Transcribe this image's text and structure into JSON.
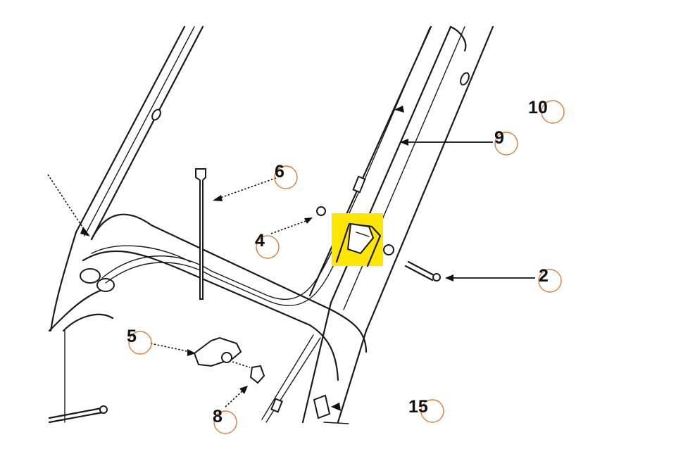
{
  "diagram": {
    "highlight_color": "#ffe600",
    "ring_color": "#e07a30",
    "callouts": [
      {
        "id": "callout-2",
        "label": "2"
      },
      {
        "id": "callout-4",
        "label": "4"
      },
      {
        "id": "callout-5",
        "label": "5"
      },
      {
        "id": "callout-6",
        "label": "6"
      },
      {
        "id": "callout-8",
        "label": "8"
      },
      {
        "id": "callout-9",
        "label": "9"
      },
      {
        "id": "callout-10",
        "label": "10"
      },
      {
        "id": "callout-15",
        "label": "15"
      }
    ]
  }
}
